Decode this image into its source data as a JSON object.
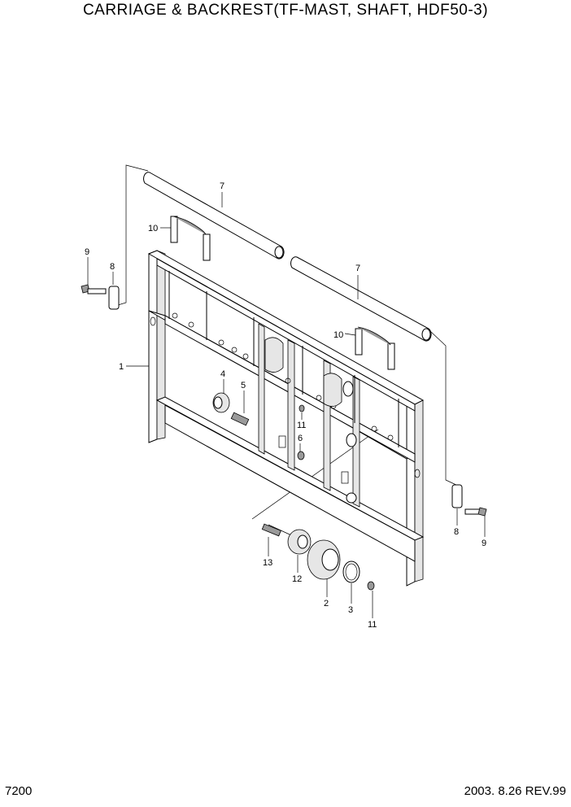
{
  "title": "CARRIAGE & BACKREST(TF-MAST, SHAFT, HDF50-3)",
  "page_code": "7200",
  "revision": "2003. 8.26 REV.99",
  "callouts": {
    "c1": "1",
    "c2": "2",
    "c3": "3",
    "c4": "4",
    "c5": "5",
    "c6": "6",
    "c7a": "7",
    "c7b": "7",
    "c8a": "8",
    "c8b": "8",
    "c9a": "9",
    "c9b": "9",
    "c10a": "10",
    "c10b": "10",
    "c11a": "11",
    "c11b": "11",
    "c12": "12",
    "c13": "13"
  }
}
